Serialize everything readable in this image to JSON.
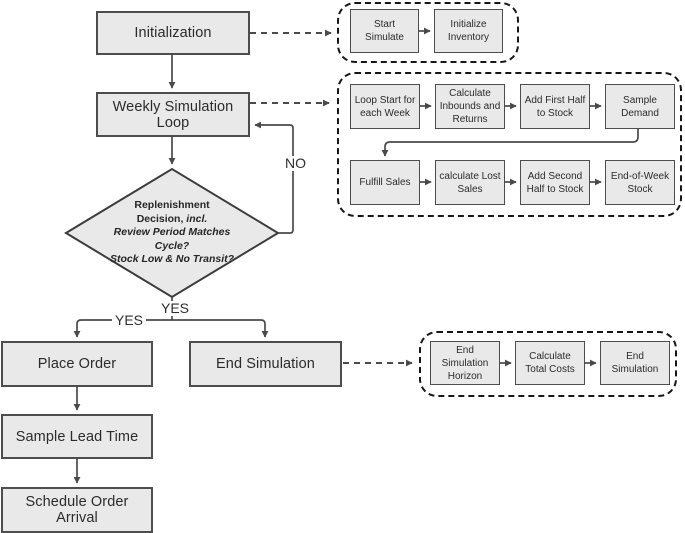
{
  "colors": {
    "box_fill": "#e9e9e9",
    "box_border": "#4d4d4d",
    "line": "#4a4a4a",
    "container_border": "#161616",
    "text": "#2b2b2b",
    "canvas_bg": "#ffffff"
  },
  "flow": {
    "nodes": {
      "initialization": "Initialization",
      "weekly_loop": "Weekly Simulation Loop",
      "place_order": "Place Order",
      "sample_lead_time": "Sample Lead Time",
      "schedule_order_arrival": "Schedule Order Arrival",
      "end_simulation": "End Simulation"
    },
    "decision": {
      "line1": "Replenishment",
      "line2a": "Decision, ",
      "line2b": "incl.",
      "line3": "Review Period Matches",
      "line4": "Cycle?",
      "line5": "Stock Low & No Transit?"
    },
    "edge_labels": {
      "yes_main": "YES",
      "yes_branch": "YES",
      "no": "NO"
    }
  },
  "subflows": {
    "initialization": {
      "steps": [
        "Start Simulate",
        "Initialize Inventory"
      ]
    },
    "weekly": {
      "row1": [
        "Loop Start for each Week",
        "Calculate Inbounds and Returns",
        "Add First Half to Stock",
        "Sample Demand"
      ],
      "row2": [
        "Fulfill Sales",
        "calculate Lost Sales",
        "Add Second Half to Stock",
        "End-of-Week Stock"
      ]
    },
    "end": {
      "steps": [
        "End Simulation Horizon",
        "Calculate Total Costs",
        "End Simulation"
      ]
    }
  }
}
